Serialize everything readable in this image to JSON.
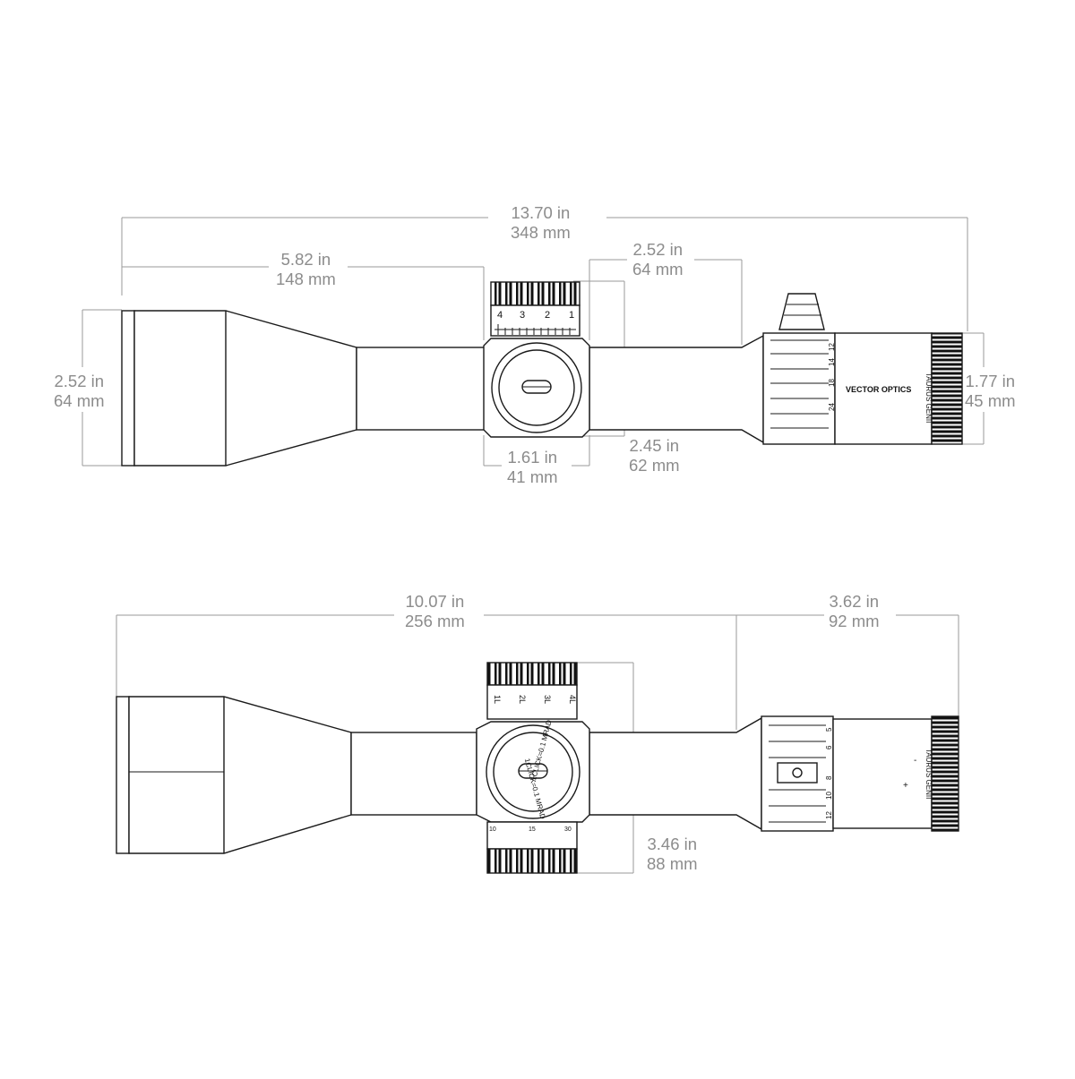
{
  "top_view": {
    "overall_length": {
      "inch": "13.70 in",
      "mm": "348 mm"
    },
    "objective_to_turret": {
      "inch": "5.82 in",
      "mm": "148 mm"
    },
    "turret_to_eyepiece": {
      "inch": "2.52 in",
      "mm": "64 mm"
    },
    "objective_diameter": {
      "inch": "2.52 in",
      "mm": "64 mm"
    },
    "eyepiece_diameter": {
      "inch": "1.77 in",
      "mm": "45 mm"
    },
    "turret_housing_width": {
      "inch": "1.61 in",
      "mm": "41 mm"
    },
    "turret_height": {
      "inch": "2.45 in",
      "mm": "62 mm"
    },
    "turret_scale": [
      "4",
      "3",
      "2",
      "1"
    ],
    "zoom_marks": [
      "12",
      "14",
      "18",
      "24"
    ],
    "brand": "VECTOR OPTICS",
    "model": "TAURUS GENII"
  },
  "side_view": {
    "front_length": {
      "inch": "10.07 in",
      "mm": "256 mm"
    },
    "eyepiece_length": {
      "inch": "3.62 in",
      "mm": "92 mm"
    },
    "turret_span": {
      "inch": "3.46 in",
      "mm": "88 mm"
    },
    "turret_scale": [
      "1L",
      "2L",
      "3L",
      "4L"
    ],
    "side_scale": [
      "10",
      "15",
      "30"
    ],
    "dial_text_left": "1CLICK=0.1 MRAD",
    "dial_text_right": "1CLICK=0.1 MRAD",
    "zoom_marks": [
      "5",
      "6",
      "8",
      "10",
      "12"
    ],
    "diopter_marks": [
      "+",
      "-"
    ],
    "model": "TAURUS GENII"
  },
  "colors": {
    "line": "#1a1a1a",
    "dimension": "#8c8c8c"
  }
}
